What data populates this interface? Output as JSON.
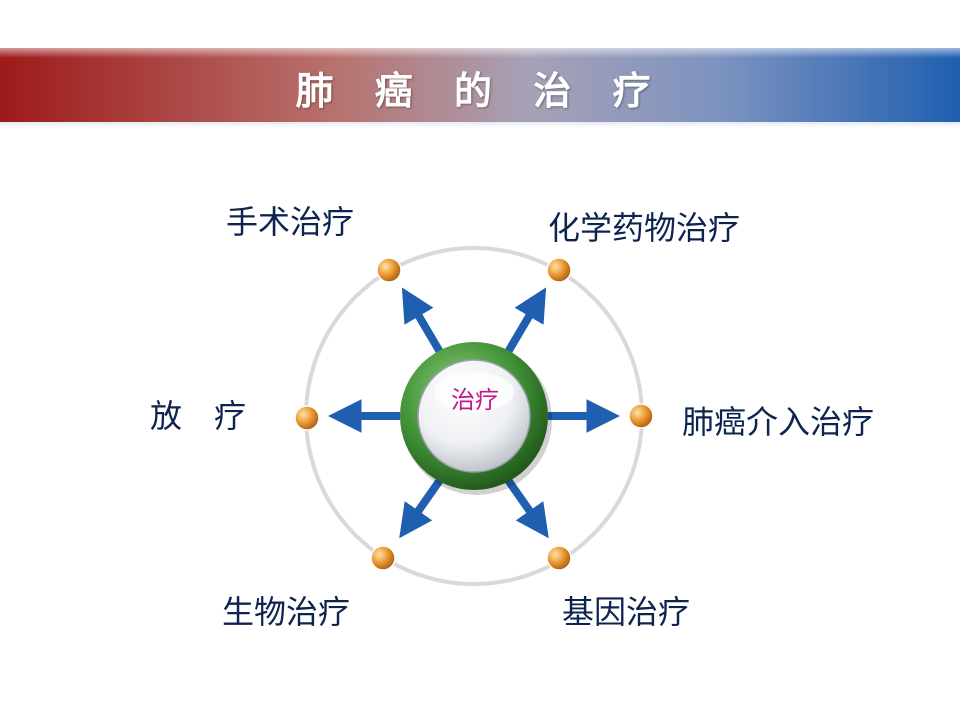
{
  "title": "肺 癌 的 治 疗",
  "center_label": "治疗",
  "labels": {
    "surgery": "手术治疗",
    "chemo": "化学药物治疗",
    "radiotherapy": "放　疗",
    "interventional": "肺癌介入治疗",
    "biological": "生物治疗",
    "gene": "基因治疗"
  },
  "colors": {
    "arrow": "#1f5fb0",
    "node": "#e8942e",
    "ring": "#d9d9d9",
    "center_ring": "#2f7a2a",
    "label_text": "#0e2450",
    "center_text": "#c4168a"
  }
}
